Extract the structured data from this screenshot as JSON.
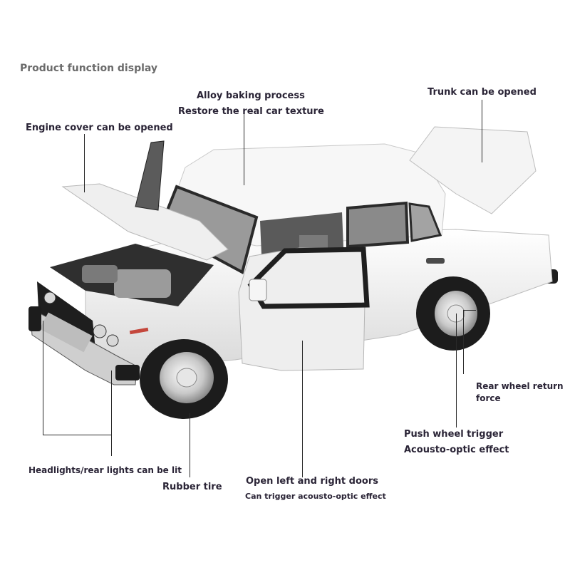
{
  "header": "Product function display",
  "labels": {
    "alloy": [
      "Alloy baking process",
      "Restore the real car texture"
    ],
    "trunk": "Trunk can be opened",
    "engine": "Engine cover can be opened",
    "rear_wheel": [
      "Rear wheel return",
      "force"
    ],
    "push_wheel": [
      "Push wheel trigger",
      "Acousto-optic effect"
    ],
    "headlights": "Headlights/rear lights can be lit",
    "rubber": "Rubber tire",
    "doors": [
      "Open left and right doors",
      "Can trigger acousto-optic effect"
    ]
  },
  "colors": {
    "label": "#2a2436",
    "header": "#6b6b6b",
    "car_body": "#f2f2f2",
    "tire": "#1c1c1c"
  }
}
